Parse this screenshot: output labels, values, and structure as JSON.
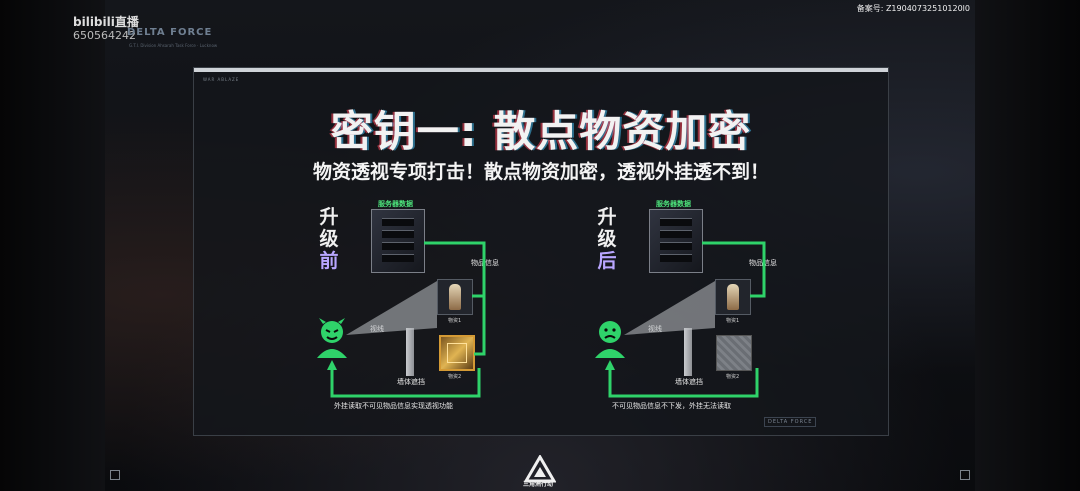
{
  "stream": {
    "platform_logo": "bilibili直播",
    "room_id": "650564242",
    "beian": "备案号: Z19040732510120l0"
  },
  "game_header": {
    "title": "DELTA FORCE",
    "subtitle": "G.T.I. Division Ahsarah Task Force · Lucknow"
  },
  "slide": {
    "topbar_label": "WAR ABLAZE",
    "title": "密钥一: 散点物资加密",
    "subtitle": "物资透视专项打击！散点物资加密，透视外挂透不到！",
    "before": {
      "label_chars": [
        "升",
        "级",
        "前"
      ],
      "server_label": "服务器数据",
      "item_info_label": "物品信息",
      "sight_label": "视线",
      "wall_label": "墙体遮挡",
      "item1_label": "物资1",
      "item2_label": "物资2",
      "caption": "外挂读取不可见物品信息实现透视功能"
    },
    "after": {
      "label_chars": [
        "升",
        "级",
        "后"
      ],
      "server_label": "服务器数据",
      "item_info_label": "物品信息",
      "sight_label": "视线",
      "wall_label": "墙体遮挡",
      "item1_label": "物资1",
      "item2_label": "物资2",
      "caption": "不可见物品信息不下发，外挂无法读取"
    },
    "footer_badge": "DELTA FORCE"
  },
  "bottom_logo_text": "三角洲行动",
  "colors": {
    "accent_green": "#2fd36a",
    "title_purple": "#b9a6ff"
  }
}
